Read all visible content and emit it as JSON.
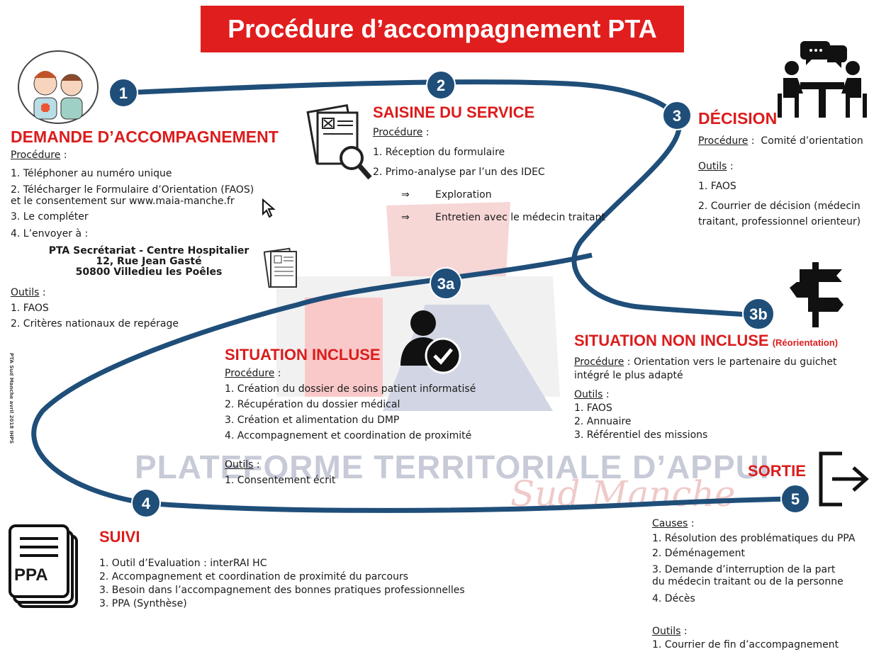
{
  "title": "Procédure d’accompagnement PTA",
  "watermark": {
    "initials": "PTA",
    "text": "PLATEFORME TERRITORIALE D’APPUI",
    "script": "Sud Manche"
  },
  "side_note": "PTA Sud Manche avril 2018 IHPS",
  "steps": {
    "s1": "1",
    "s2": "2",
    "s3": "3",
    "s3a": "3a",
    "s3b": "3b",
    "s4": "4",
    "s5": "5"
  },
  "demande": {
    "heading": "DEMANDE D’ACCOMPAGNEMENT",
    "procedure_label": "Procédure",
    "items": [
      "1. Téléphoner au numéro unique",
      "2. Télécharger le Formulaire d’Orientation (FAOS)",
      "et le consentement sur www.maia-manche.fr",
      "3. Le compléter",
      "4. L’envoyer à :"
    ],
    "address": [
      "PTA Secrétariat - Centre Hospitalier",
      "12, Rue Jean Gasté",
      "50800 Villedieu les Poêles"
    ],
    "outils_label": "Outils",
    "outils": [
      "1. FAOS",
      "2. Critères nationaux de repérage"
    ]
  },
  "saisine": {
    "heading": "SAISINE DU SERVICE",
    "procedure_label": "Procédure",
    "items": [
      "1. Réception du formulaire",
      "2. Primo-analyse par l’un des IDEC"
    ],
    "subitems": [
      {
        "arrow": "⇒",
        "text": "Exploration"
      },
      {
        "arrow": "⇒",
        "text": "Entretien avec le médecin traitant"
      }
    ]
  },
  "decision": {
    "heading": "DÉCISION",
    "procedure_label": "Procédure",
    "procedure_text": "Comité d’orientation",
    "outils_label": "Outils",
    "outils": [
      "1. FAOS",
      "2. Courrier de décision (médecin",
      "traitant, professionnel orienteur)"
    ]
  },
  "incluse": {
    "heading": "SITUATION INCLUSE",
    "procedure_label": "Procédure",
    "items": [
      "1. Création du dossier de soins patient informatisé",
      "2. Récupération du dossier médical",
      "3. Création et alimentation du DMP",
      "4. Accompagnement et coordination de proximité"
    ],
    "outils_label": "Outils",
    "outils": [
      "1. Consentement écrit"
    ]
  },
  "non_incluse": {
    "heading": "SITUATION NON INCLUSE",
    "heading_suffix": "(Réorientation)",
    "procedure_label": "Procédure",
    "procedure_text": "Orientation vers le partenaire du guichet",
    "procedure_text2": "intégré le plus adapté",
    "outils_label": "Outils",
    "outils": [
      "1. FAOS",
      "2. Annuaire",
      "3. Référentiel des missions"
    ]
  },
  "suivi": {
    "heading": "SUIVI",
    "items": [
      "1. Outil d’Evaluation : interRAI HC",
      "2. Accompagnement et coordination de proximité du parcours",
      "3. Besoin dans l’accompagnement des bonnes pratiques professionnelles",
      "3. PPA (Synthèse)"
    ],
    "doc_label": "PPA"
  },
  "sortie": {
    "heading": "SORTIE",
    "causes_label": "Causes",
    "causes": [
      "1. Résolution des problématiques du PPA",
      "2. Déménagement",
      "3. Demande d’interruption de la part",
      "du médecin traitant ou de la personne",
      "4. Décès"
    ],
    "outils_label": "Outils",
    "outils": [
      "1. Courrier de fin d’accompagnement"
    ]
  },
  "icons": [
    "doctors-avatar-icon",
    "form-magnifier-icon",
    "meeting-table-icon",
    "signpost-icon",
    "user-check-icon",
    "document-stack-icon",
    "exit-door-icon",
    "mouse-cursor-icon",
    "ppa-document-icon"
  ],
  "colors": {
    "title_bg": "#e01e1e",
    "heading": "#dc1c1c",
    "path": "#1f4e79",
    "step_circle": "#1f4e79"
  }
}
